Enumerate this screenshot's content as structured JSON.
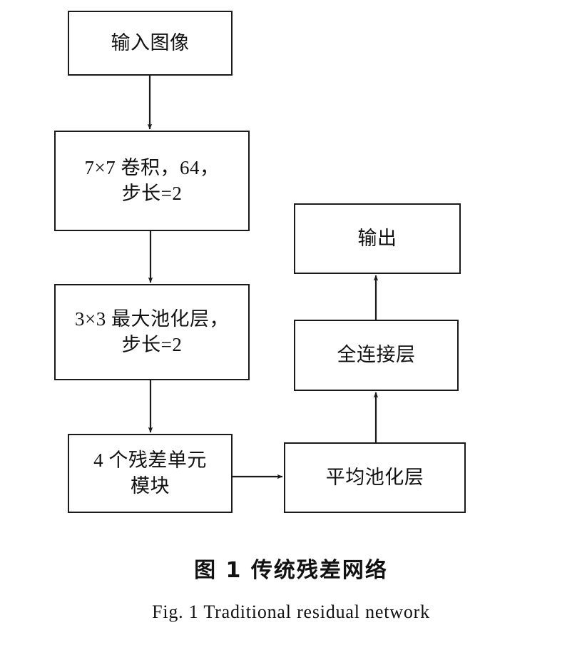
{
  "figure": {
    "caption_zh": "图 1   传统残差网络",
    "caption_en": "Fig. 1  Traditional  residual  network",
    "line_color": "#1a1a1a",
    "background": "#ffffff",
    "text_color": "#111111"
  },
  "nodes": {
    "input": {
      "label": "输入图像"
    },
    "conv": {
      "label": "7×7 卷积，64，\n步长=2"
    },
    "maxpool": {
      "label": "3×3 最大池化层，\n步长=2"
    },
    "resblocks": {
      "label": "4 个残差单元\n模块"
    },
    "avgpool": {
      "label": "平均池化层"
    },
    "fc": {
      "label": "全连接层"
    },
    "output": {
      "label": "输出"
    }
  },
  "edges": [
    {
      "from": "input",
      "to": "conv",
      "direction": "down"
    },
    {
      "from": "conv",
      "to": "maxpool",
      "direction": "down"
    },
    {
      "from": "maxpool",
      "to": "resblocks",
      "direction": "down"
    },
    {
      "from": "resblocks",
      "to": "avgpool",
      "direction": "right"
    },
    {
      "from": "avgpool",
      "to": "fc",
      "direction": "up"
    },
    {
      "from": "fc",
      "to": "output",
      "direction": "up"
    }
  ]
}
